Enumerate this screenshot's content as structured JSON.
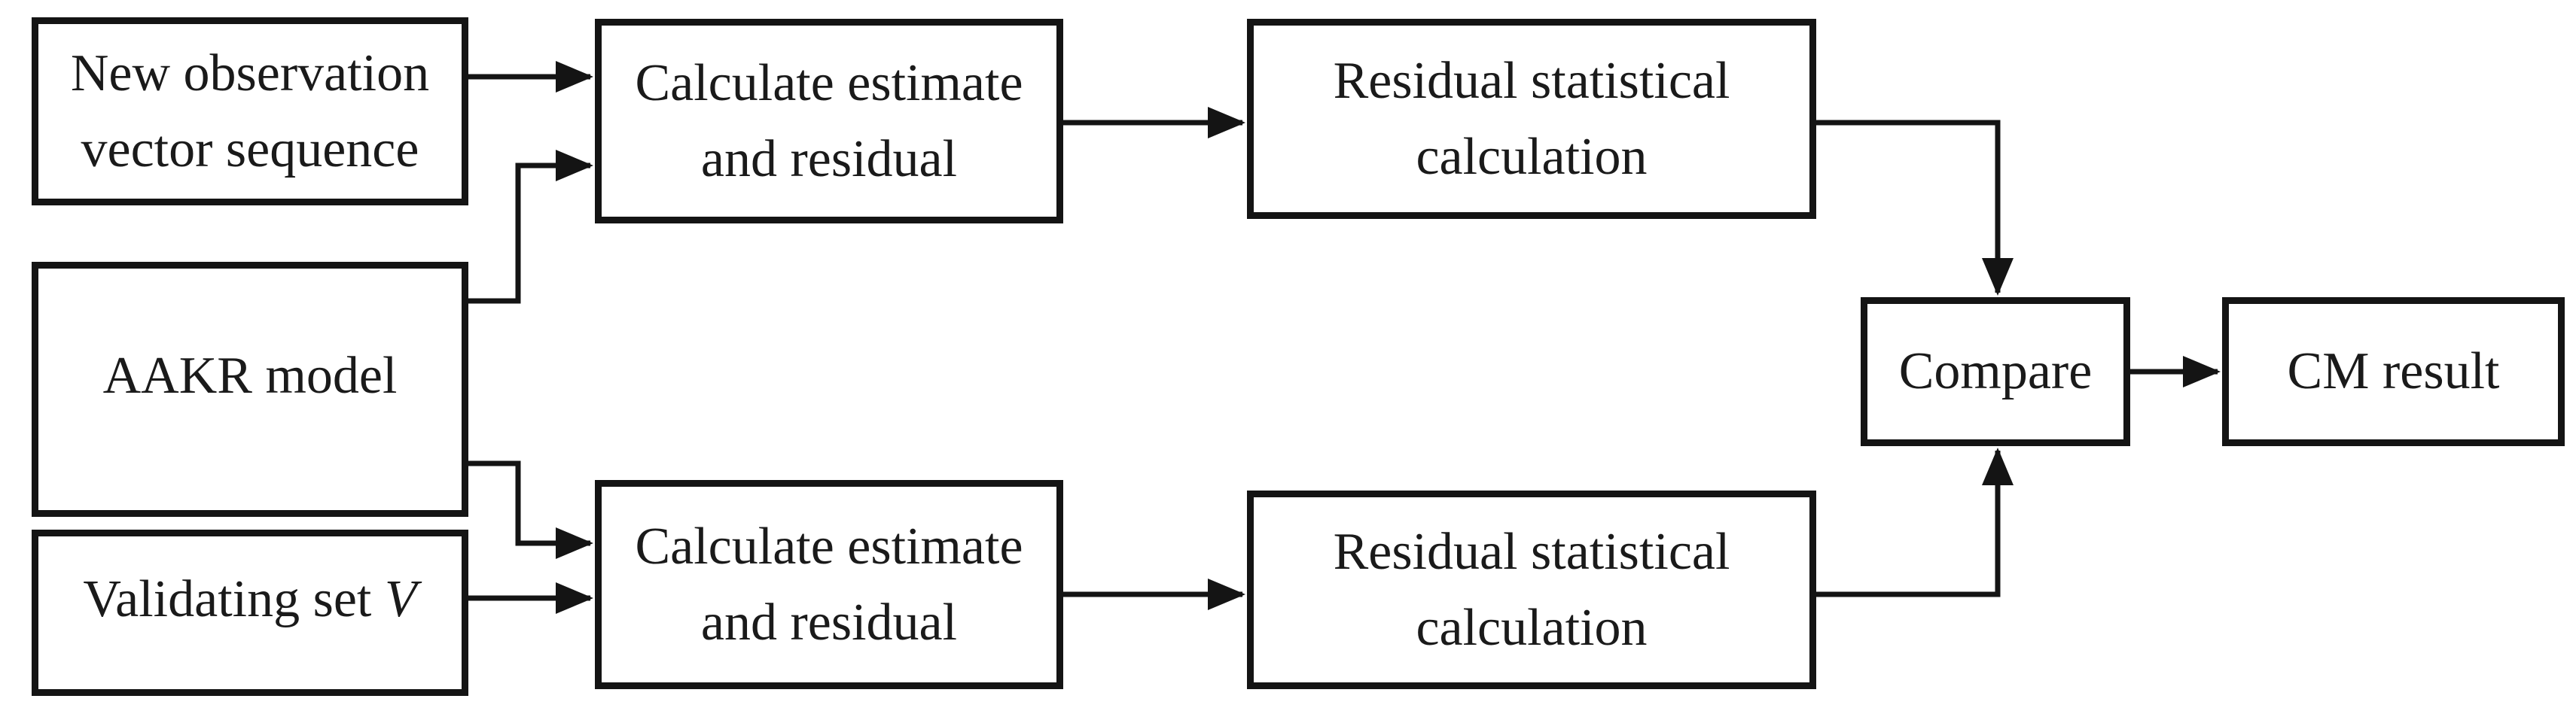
{
  "colors": {
    "background": "#ffffff",
    "stroke": "#141414",
    "text": "#1a1a1a"
  },
  "boxes": {
    "new_observation": {
      "label": "New observation\nvector sequence"
    },
    "aakr_model": {
      "label": "AAKR model"
    },
    "validating_set": {
      "label_main": "Validating set ",
      "label_var": "V"
    },
    "calc_top": {
      "label": "Calculate estimate\nand residual"
    },
    "resid_top": {
      "label": "Residual statistical\ncalculation"
    },
    "calc_bottom": {
      "label": "Calculate estimate\nand residual"
    },
    "resid_bottom": {
      "label": "Residual statistical\ncalculation"
    },
    "compare": {
      "label": "Compare"
    },
    "cm_result": {
      "label": "CM result"
    }
  },
  "connections": [
    {
      "from": "New observation vector sequence",
      "to": "Calculate estimate and residual (top)"
    },
    {
      "from": "AAKR model",
      "to": "Calculate estimate and residual (top)"
    },
    {
      "from": "AAKR model",
      "to": "Calculate estimate and residual (bottom)"
    },
    {
      "from": "Validating set V",
      "to": "Calculate estimate and residual (bottom)"
    },
    {
      "from": "Calculate estimate and residual (top)",
      "to": "Residual statistical calculation (top)"
    },
    {
      "from": "Calculate estimate and residual (bottom)",
      "to": "Residual statistical calculation (bottom)"
    },
    {
      "from": "Residual statistical calculation (top)",
      "to": "Compare"
    },
    {
      "from": "Residual statistical calculation (bottom)",
      "to": "Compare"
    },
    {
      "from": "Compare",
      "to": "CM result"
    }
  ]
}
